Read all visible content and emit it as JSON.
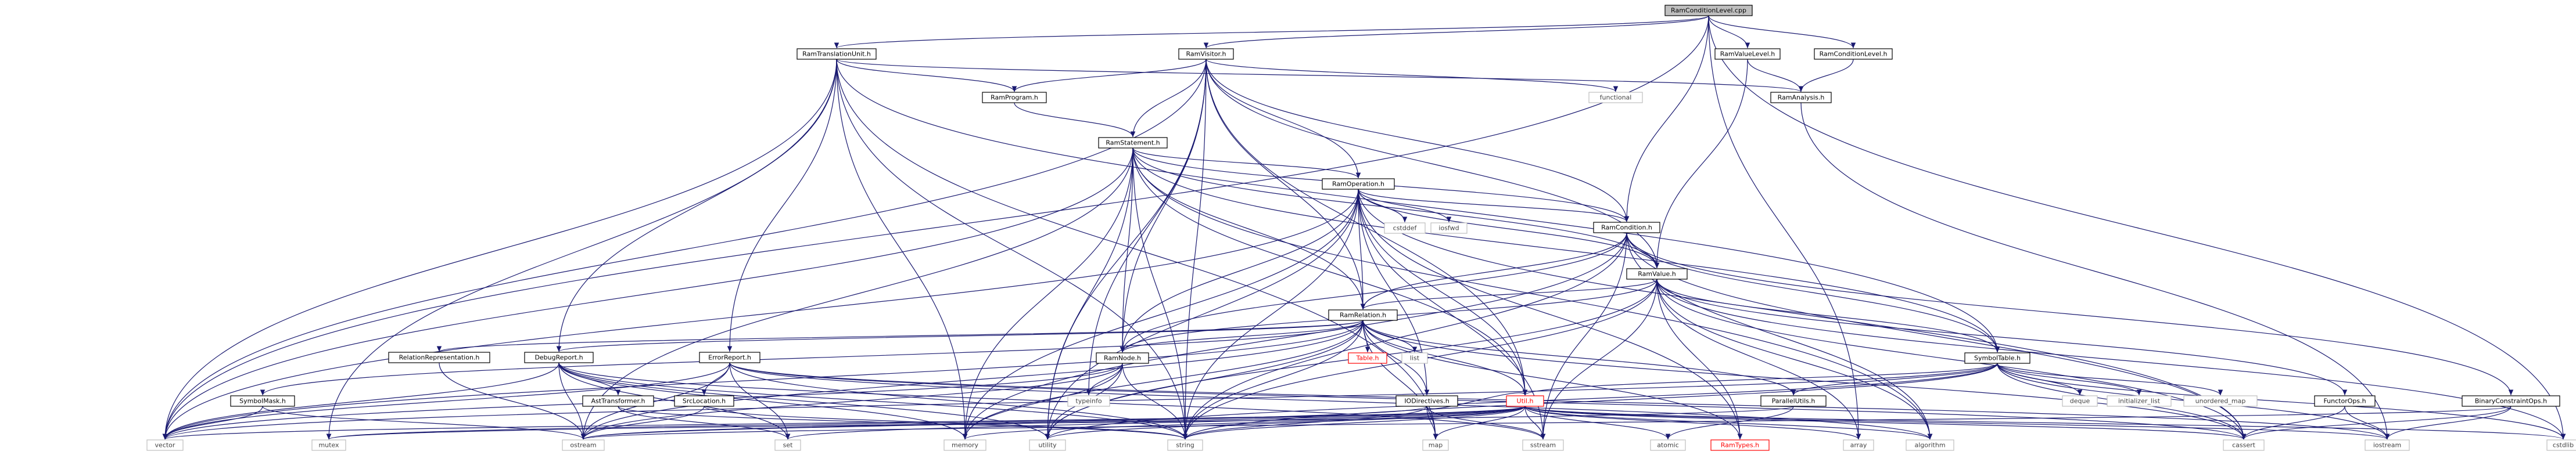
{
  "title": "RamConditionLevel.cpp",
  "colors": {
    "edge": "#191970",
    "root_fill": "#bfbfbf",
    "sys_border": "#bfbfbf",
    "red": "#ff0000"
  },
  "nodes": [
    {
      "id": "root",
      "label": "RamConditionLevel.cpp",
      "kind": "root"
    },
    {
      "id": "trans",
      "label": "RamTranslationUnit.h",
      "kind": "file"
    },
    {
      "id": "visitor",
      "label": "RamVisitor.h",
      "kind": "file"
    },
    {
      "id": "vlevel",
      "label": "RamValueLevel.h",
      "kind": "file"
    },
    {
      "id": "clevel",
      "label": "RamConditionLevel.h",
      "kind": "file"
    },
    {
      "id": "functional",
      "label": "functional",
      "kind": "sys"
    },
    {
      "id": "analysis",
      "label": "RamAnalysis.h",
      "kind": "file"
    },
    {
      "id": "program",
      "label": "RamProgram.h",
      "kind": "file"
    },
    {
      "id": "statement",
      "label": "RamStatement.h",
      "kind": "file"
    },
    {
      "id": "operation",
      "label": "RamOperation.h",
      "kind": "file"
    },
    {
      "id": "cstddef",
      "label": "cstddef",
      "kind": "sys"
    },
    {
      "id": "iosfwd",
      "label": "iosfwd",
      "kind": "sys"
    },
    {
      "id": "condition",
      "label": "RamCondition.h",
      "kind": "file"
    },
    {
      "id": "value",
      "label": "RamValue.h",
      "kind": "file"
    },
    {
      "id": "relation",
      "label": "RamRelation.h",
      "kind": "file"
    },
    {
      "id": "relrep",
      "label": "RelationRepresentation.h",
      "kind": "file"
    },
    {
      "id": "debug",
      "label": "DebugReport.h",
      "kind": "file"
    },
    {
      "id": "error",
      "label": "ErrorReport.h",
      "kind": "file"
    },
    {
      "id": "table",
      "label": "Table.h",
      "kind": "red"
    },
    {
      "id": "list",
      "label": "list",
      "kind": "sys"
    },
    {
      "id": "node",
      "label": "RamNode.h",
      "kind": "file"
    },
    {
      "id": "symtab",
      "label": "SymbolTable.h",
      "kind": "file"
    },
    {
      "id": "symmask",
      "label": "SymbolMask.h",
      "kind": "file"
    },
    {
      "id": "astt",
      "label": "AstTransformer.h",
      "kind": "file"
    },
    {
      "id": "srcloc",
      "label": "SrcLocation.h",
      "kind": "file"
    },
    {
      "id": "typeinfo",
      "label": "typeinfo",
      "kind": "sys"
    },
    {
      "id": "iodir",
      "label": "IODirectives.h",
      "kind": "file"
    },
    {
      "id": "util",
      "label": "Util.h",
      "kind": "red"
    },
    {
      "id": "parallel",
      "label": "ParallelUtils.h",
      "kind": "file"
    },
    {
      "id": "deque",
      "label": "deque",
      "kind": "sys"
    },
    {
      "id": "initlist",
      "label": "initializer_list",
      "kind": "sys"
    },
    {
      "id": "umap",
      "label": "unordered_map",
      "kind": "sys"
    },
    {
      "id": "functorops",
      "label": "FunctorOps.h",
      "kind": "file"
    },
    {
      "id": "binops",
      "label": "BinaryConstraintOps.h",
      "kind": "file"
    },
    {
      "id": "vector",
      "label": "vector",
      "kind": "sys"
    },
    {
      "id": "mutex",
      "label": "mutex",
      "kind": "sys"
    },
    {
      "id": "ostream",
      "label": "ostream",
      "kind": "sys"
    },
    {
      "id": "set",
      "label": "set",
      "kind": "sys"
    },
    {
      "id": "memory",
      "label": "memory",
      "kind": "sys"
    },
    {
      "id": "utility",
      "label": "utility",
      "kind": "sys"
    },
    {
      "id": "string",
      "label": "string",
      "kind": "sys"
    },
    {
      "id": "map",
      "label": "map",
      "kind": "sys"
    },
    {
      "id": "sstream",
      "label": "sstream",
      "kind": "sys"
    },
    {
      "id": "atomic",
      "label": "atomic",
      "kind": "sys"
    },
    {
      "id": "ramtypes",
      "label": "RamTypes.h",
      "kind": "red"
    },
    {
      "id": "array",
      "label": "array",
      "kind": "sys"
    },
    {
      "id": "algorithm",
      "label": "algorithm",
      "kind": "sys"
    },
    {
      "id": "cassert",
      "label": "cassert",
      "kind": "sys"
    },
    {
      "id": "iostream",
      "label": "iostream",
      "kind": "sys"
    },
    {
      "id": "cstdlib",
      "label": "cstdlib",
      "kind": "sys"
    }
  ],
  "edges": [
    [
      "root",
      "trans"
    ],
    [
      "root",
      "visitor"
    ],
    [
      "root",
      "vlevel"
    ],
    [
      "root",
      "clevel"
    ],
    [
      "root",
      "condition"
    ],
    [
      "root",
      "vector"
    ],
    [
      "root",
      "cstdlib"
    ],
    [
      "root",
      "array"
    ],
    [
      "trans",
      "analysis"
    ],
    [
      "trans",
      "program"
    ],
    [
      "trans",
      "debug"
    ],
    [
      "trans",
      "error"
    ],
    [
      "trans",
      "symtab"
    ],
    [
      "trans",
      "vector"
    ],
    [
      "trans",
      "mutex"
    ],
    [
      "trans",
      "string"
    ],
    [
      "trans",
      "map"
    ],
    [
      "trans",
      "memory"
    ],
    [
      "visitor",
      "program"
    ],
    [
      "visitor",
      "statement"
    ],
    [
      "visitor",
      "operation"
    ],
    [
      "visitor",
      "condition"
    ],
    [
      "visitor",
      "value"
    ],
    [
      "visitor",
      "relation"
    ],
    [
      "visitor",
      "node"
    ],
    [
      "visitor",
      "functional"
    ],
    [
      "visitor",
      "typeinfo"
    ],
    [
      "visitor",
      "vector"
    ],
    [
      "visitor",
      "utility"
    ],
    [
      "visitor",
      "string"
    ],
    [
      "visitor",
      "util"
    ],
    [
      "vlevel",
      "analysis"
    ],
    [
      "vlevel",
      "value"
    ],
    [
      "clevel",
      "analysis"
    ],
    [
      "analysis",
      "iostream"
    ],
    [
      "program",
      "statement"
    ],
    [
      "statement",
      "operation"
    ],
    [
      "statement",
      "condition"
    ],
    [
      "statement",
      "value"
    ],
    [
      "statement",
      "relation"
    ],
    [
      "statement",
      "node"
    ],
    [
      "statement",
      "symtab"
    ],
    [
      "statement",
      "util"
    ],
    [
      "statement",
      "vector"
    ],
    [
      "statement",
      "memory"
    ],
    [
      "statement",
      "utility"
    ],
    [
      "statement",
      "string"
    ],
    [
      "statement",
      "ostream"
    ],
    [
      "statement",
      "algorithm"
    ],
    [
      "operation",
      "cstddef"
    ],
    [
      "operation",
      "iosfwd"
    ],
    [
      "operation",
      "condition"
    ],
    [
      "operation",
      "value"
    ],
    [
      "operation",
      "relation"
    ],
    [
      "operation",
      "node"
    ],
    [
      "operation",
      "iodir"
    ],
    [
      "operation",
      "util"
    ],
    [
      "operation",
      "vector"
    ],
    [
      "operation",
      "string"
    ],
    [
      "operation",
      "memory"
    ],
    [
      "operation",
      "utility"
    ],
    [
      "operation",
      "cassert"
    ],
    [
      "operation",
      "ramtypes"
    ],
    [
      "operation",
      "sstream"
    ],
    [
      "condition",
      "value"
    ],
    [
      "condition",
      "relation"
    ],
    [
      "condition",
      "node"
    ],
    [
      "condition",
      "symtab"
    ],
    [
      "condition",
      "binops"
    ],
    [
      "condition",
      "algorithm"
    ],
    [
      "condition",
      "string"
    ],
    [
      "condition",
      "cassert"
    ],
    [
      "condition",
      "memory"
    ],
    [
      "condition",
      "sstream"
    ],
    [
      "value",
      "relation"
    ],
    [
      "value",
      "node"
    ],
    [
      "value",
      "symtab"
    ],
    [
      "value",
      "functorops"
    ],
    [
      "value",
      "ramtypes"
    ],
    [
      "value",
      "array"
    ],
    [
      "value",
      "string"
    ],
    [
      "value",
      "cassert"
    ],
    [
      "value",
      "algorithm"
    ],
    [
      "value",
      "sstream"
    ],
    [
      "value",
      "utility"
    ],
    [
      "value",
      "cstdlib"
    ],
    [
      "relation",
      "relrep"
    ],
    [
      "relation",
      "debug"
    ],
    [
      "relation",
      "table"
    ],
    [
      "relation",
      "list"
    ],
    [
      "relation",
      "node"
    ],
    [
      "relation",
      "symmask"
    ],
    [
      "relation",
      "parallel"
    ],
    [
      "relation",
      "iodir"
    ],
    [
      "relation",
      "util"
    ],
    [
      "relation",
      "ramtypes"
    ],
    [
      "relation",
      "vector"
    ],
    [
      "relation",
      "string"
    ],
    [
      "relation",
      "utility"
    ],
    [
      "relation",
      "map"
    ],
    [
      "relation",
      "memory"
    ],
    [
      "relation",
      "cassert"
    ],
    [
      "relation",
      "ostream"
    ],
    [
      "relrep",
      "ostream"
    ],
    [
      "debug",
      "astt"
    ],
    [
      "debug",
      "vector"
    ],
    [
      "debug",
      "ostream"
    ],
    [
      "debug",
      "string"
    ],
    [
      "debug",
      "memory"
    ],
    [
      "debug",
      "set"
    ],
    [
      "debug",
      "utility"
    ],
    [
      "debug",
      "sstream"
    ],
    [
      "error",
      "srcloc"
    ],
    [
      "error",
      "ostream"
    ],
    [
      "error",
      "string"
    ],
    [
      "error",
      "set"
    ],
    [
      "error",
      "vector"
    ],
    [
      "error",
      "algorithm"
    ],
    [
      "error",
      "cassert"
    ],
    [
      "error",
      "iostream"
    ],
    [
      "node",
      "typeinfo"
    ],
    [
      "node",
      "vector"
    ],
    [
      "node",
      "ostream"
    ],
    [
      "node",
      "string"
    ],
    [
      "node",
      "memory"
    ],
    [
      "node",
      "utility"
    ],
    [
      "symtab",
      "parallel"
    ],
    [
      "symtab",
      "util"
    ],
    [
      "symtab",
      "deque"
    ],
    [
      "symtab",
      "initlist"
    ],
    [
      "symtab",
      "umap"
    ],
    [
      "symtab",
      "vector"
    ],
    [
      "symtab",
      "string"
    ],
    [
      "symtab",
      "iostream"
    ],
    [
      "symtab",
      "cassert"
    ],
    [
      "symtab",
      "utility"
    ],
    [
      "symtab",
      "cstdlib"
    ],
    [
      "symmask",
      "vector"
    ],
    [
      "symmask",
      "ostream"
    ],
    [
      "astt",
      "set"
    ],
    [
      "astt",
      "string"
    ],
    [
      "srcloc",
      "string"
    ],
    [
      "srcloc",
      "ostream"
    ],
    [
      "iodir",
      "util"
    ],
    [
      "iodir",
      "map"
    ],
    [
      "iodir",
      "string"
    ],
    [
      "iodir",
      "sstream"
    ],
    [
      "iodir",
      "ostream"
    ],
    [
      "util",
      "vector"
    ],
    [
      "util",
      "mutex"
    ],
    [
      "util",
      "ostream"
    ],
    [
      "util",
      "set"
    ],
    [
      "util",
      "memory"
    ],
    [
      "util",
      "utility"
    ],
    [
      "util",
      "string"
    ],
    [
      "util",
      "map"
    ],
    [
      "util",
      "sstream"
    ],
    [
      "util",
      "atomic"
    ],
    [
      "util",
      "array"
    ],
    [
      "util",
      "algorithm"
    ],
    [
      "util",
      "cassert"
    ],
    [
      "util",
      "iostream"
    ],
    [
      "util",
      "cstdlib"
    ],
    [
      "parallel",
      "atomic"
    ],
    [
      "parallel",
      "mutex"
    ],
    [
      "functorops",
      "cassert"
    ],
    [
      "functorops",
      "iostream"
    ],
    [
      "binops",
      "cassert"
    ],
    [
      "binops",
      "iostream"
    ],
    [
      "binops",
      "ostream"
    ]
  ]
}
